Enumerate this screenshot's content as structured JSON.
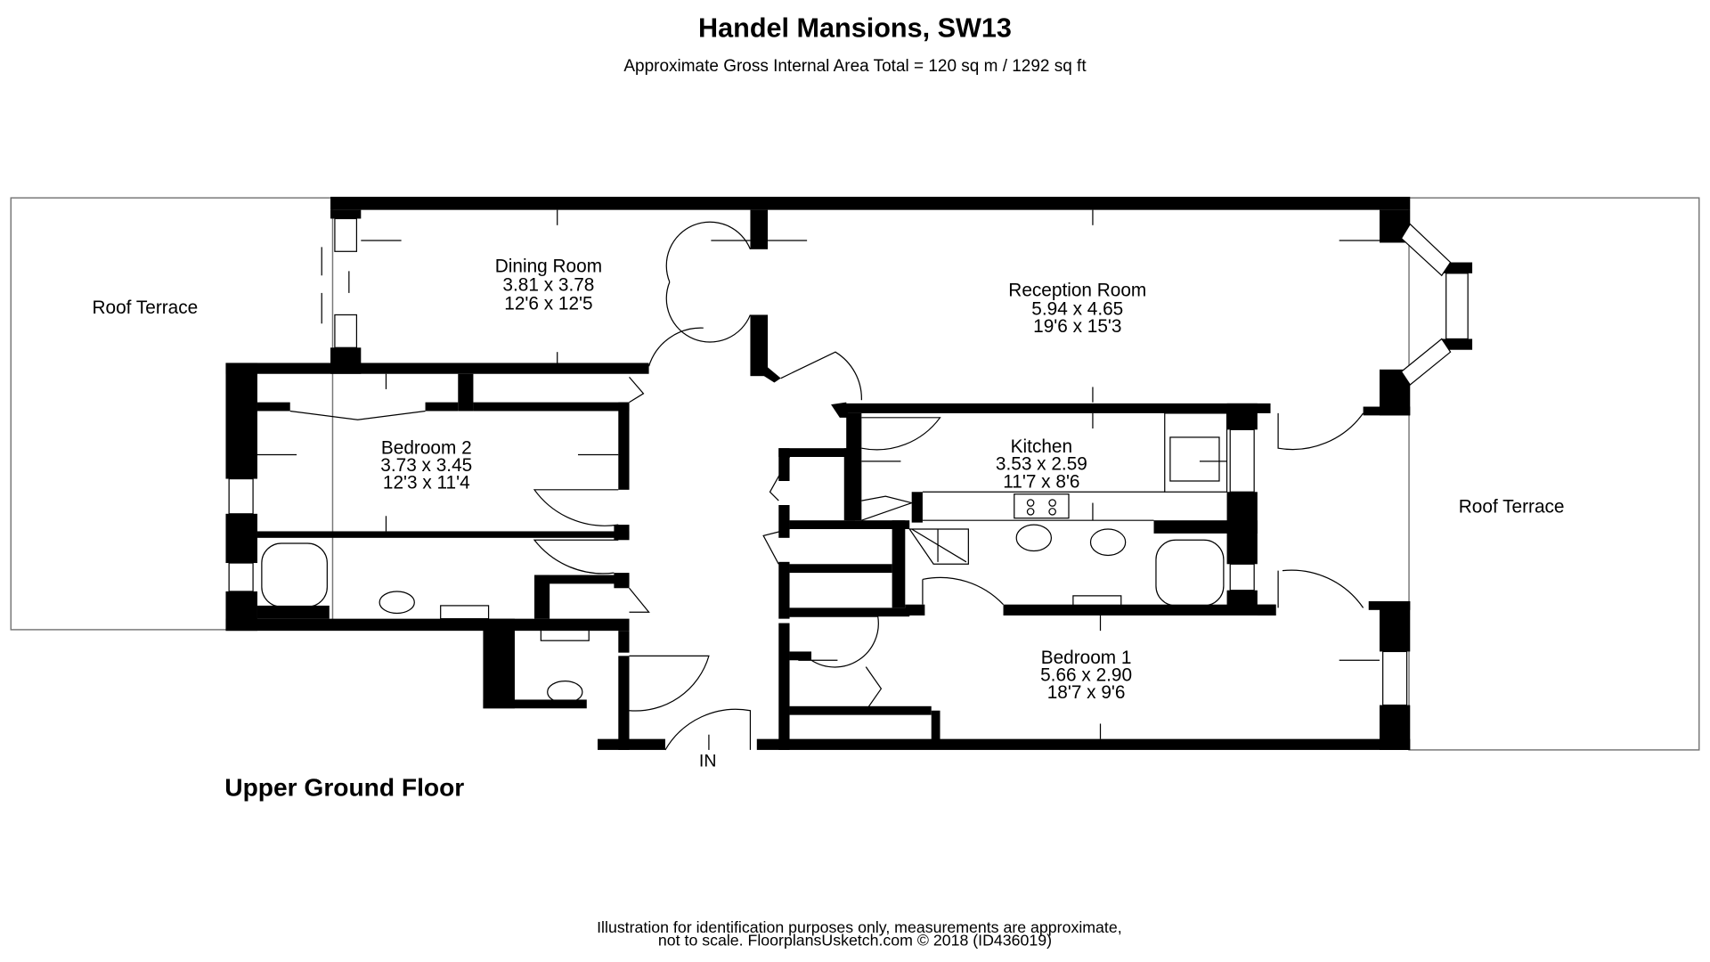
{
  "header": {
    "title": "Handel Mansions, SW13",
    "subtitle": "Approximate Gross Internal Area Total = 120 sq m / 1292 sq ft"
  },
  "floor_label": "Upper Ground Floor",
  "entrance_label": "IN",
  "terraces": {
    "left": "Roof Terrace",
    "right": "Roof Terrace"
  },
  "rooms": {
    "dining": {
      "name": "Dining Room",
      "metric": "3.81 x 3.78",
      "imperial": "12'6 x 12'5"
    },
    "reception": {
      "name": "Reception Room",
      "metric": "5.94 x 4.65",
      "imperial": "19'6 x 15'3"
    },
    "bedroom2": {
      "name": "Bedroom 2",
      "metric": "3.73 x 3.45",
      "imperial": "12'3 x 11'4"
    },
    "kitchen": {
      "name": "Kitchen",
      "metric": "3.53 x 2.59",
      "imperial": "11'7 x 8'6"
    },
    "bedroom1": {
      "name": "Bedroom 1",
      "metric": "5.66 x 2.90",
      "imperial": "18'7 x 9'6"
    }
  },
  "footer": {
    "line1": "Illustration for identification purposes only, measurements are approximate,",
    "line2": "not to scale. FloorplansUsketch.com © 2018 (ID436019)"
  }
}
